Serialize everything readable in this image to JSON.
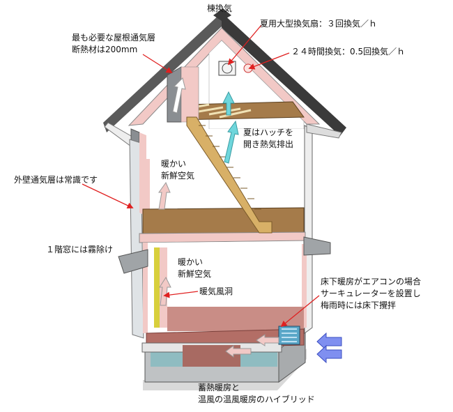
{
  "labels": {
    "ridge_vent": "棟換気",
    "roof_vent_layer": [
      "最も必要な屋根通気層",
      "断熱材は200mm"
    ],
    "summer_fan": "夏用大型換気扇：３回換気／ｈ",
    "vent_24h": "２４時間換気：0.5回換気／ｈ",
    "hatch": [
      "夏はハッチを",
      "開き熱気排出"
    ],
    "warm_air_upper": [
      "暖かい",
      "新鮮空気"
    ],
    "wall_vent_layer": "外壁通気層は常識です",
    "first_floor_window": "１階窓には霧除け",
    "warm_air_lower": [
      "暖かい",
      "新鮮空気"
    ],
    "warm_air_duct": "暖気風洞",
    "underfloor": [
      "床下暖房がエアコンの場合",
      "サーキュレーターを設置し",
      "梅雨時には床下攪拌"
    ],
    "bottom_caption": [
      "蓄熱暖房と",
      "温風の温風暖房のハイブリッド"
    ]
  },
  "colors": {
    "roof": "#3a3a3a",
    "insulation": "#f2c9c6",
    "wall_gray": "#8a8e92",
    "floor_wood": "#a57b4a",
    "underfloor_red": "#b36e66",
    "foundation_teal": "#8fbcc1",
    "arrow_red": "#e02020",
    "arrow_cyan": "#6fd6dc",
    "arrow_blue": "#7f8ff0",
    "duct_yellow": "#d8cf3c"
  }
}
